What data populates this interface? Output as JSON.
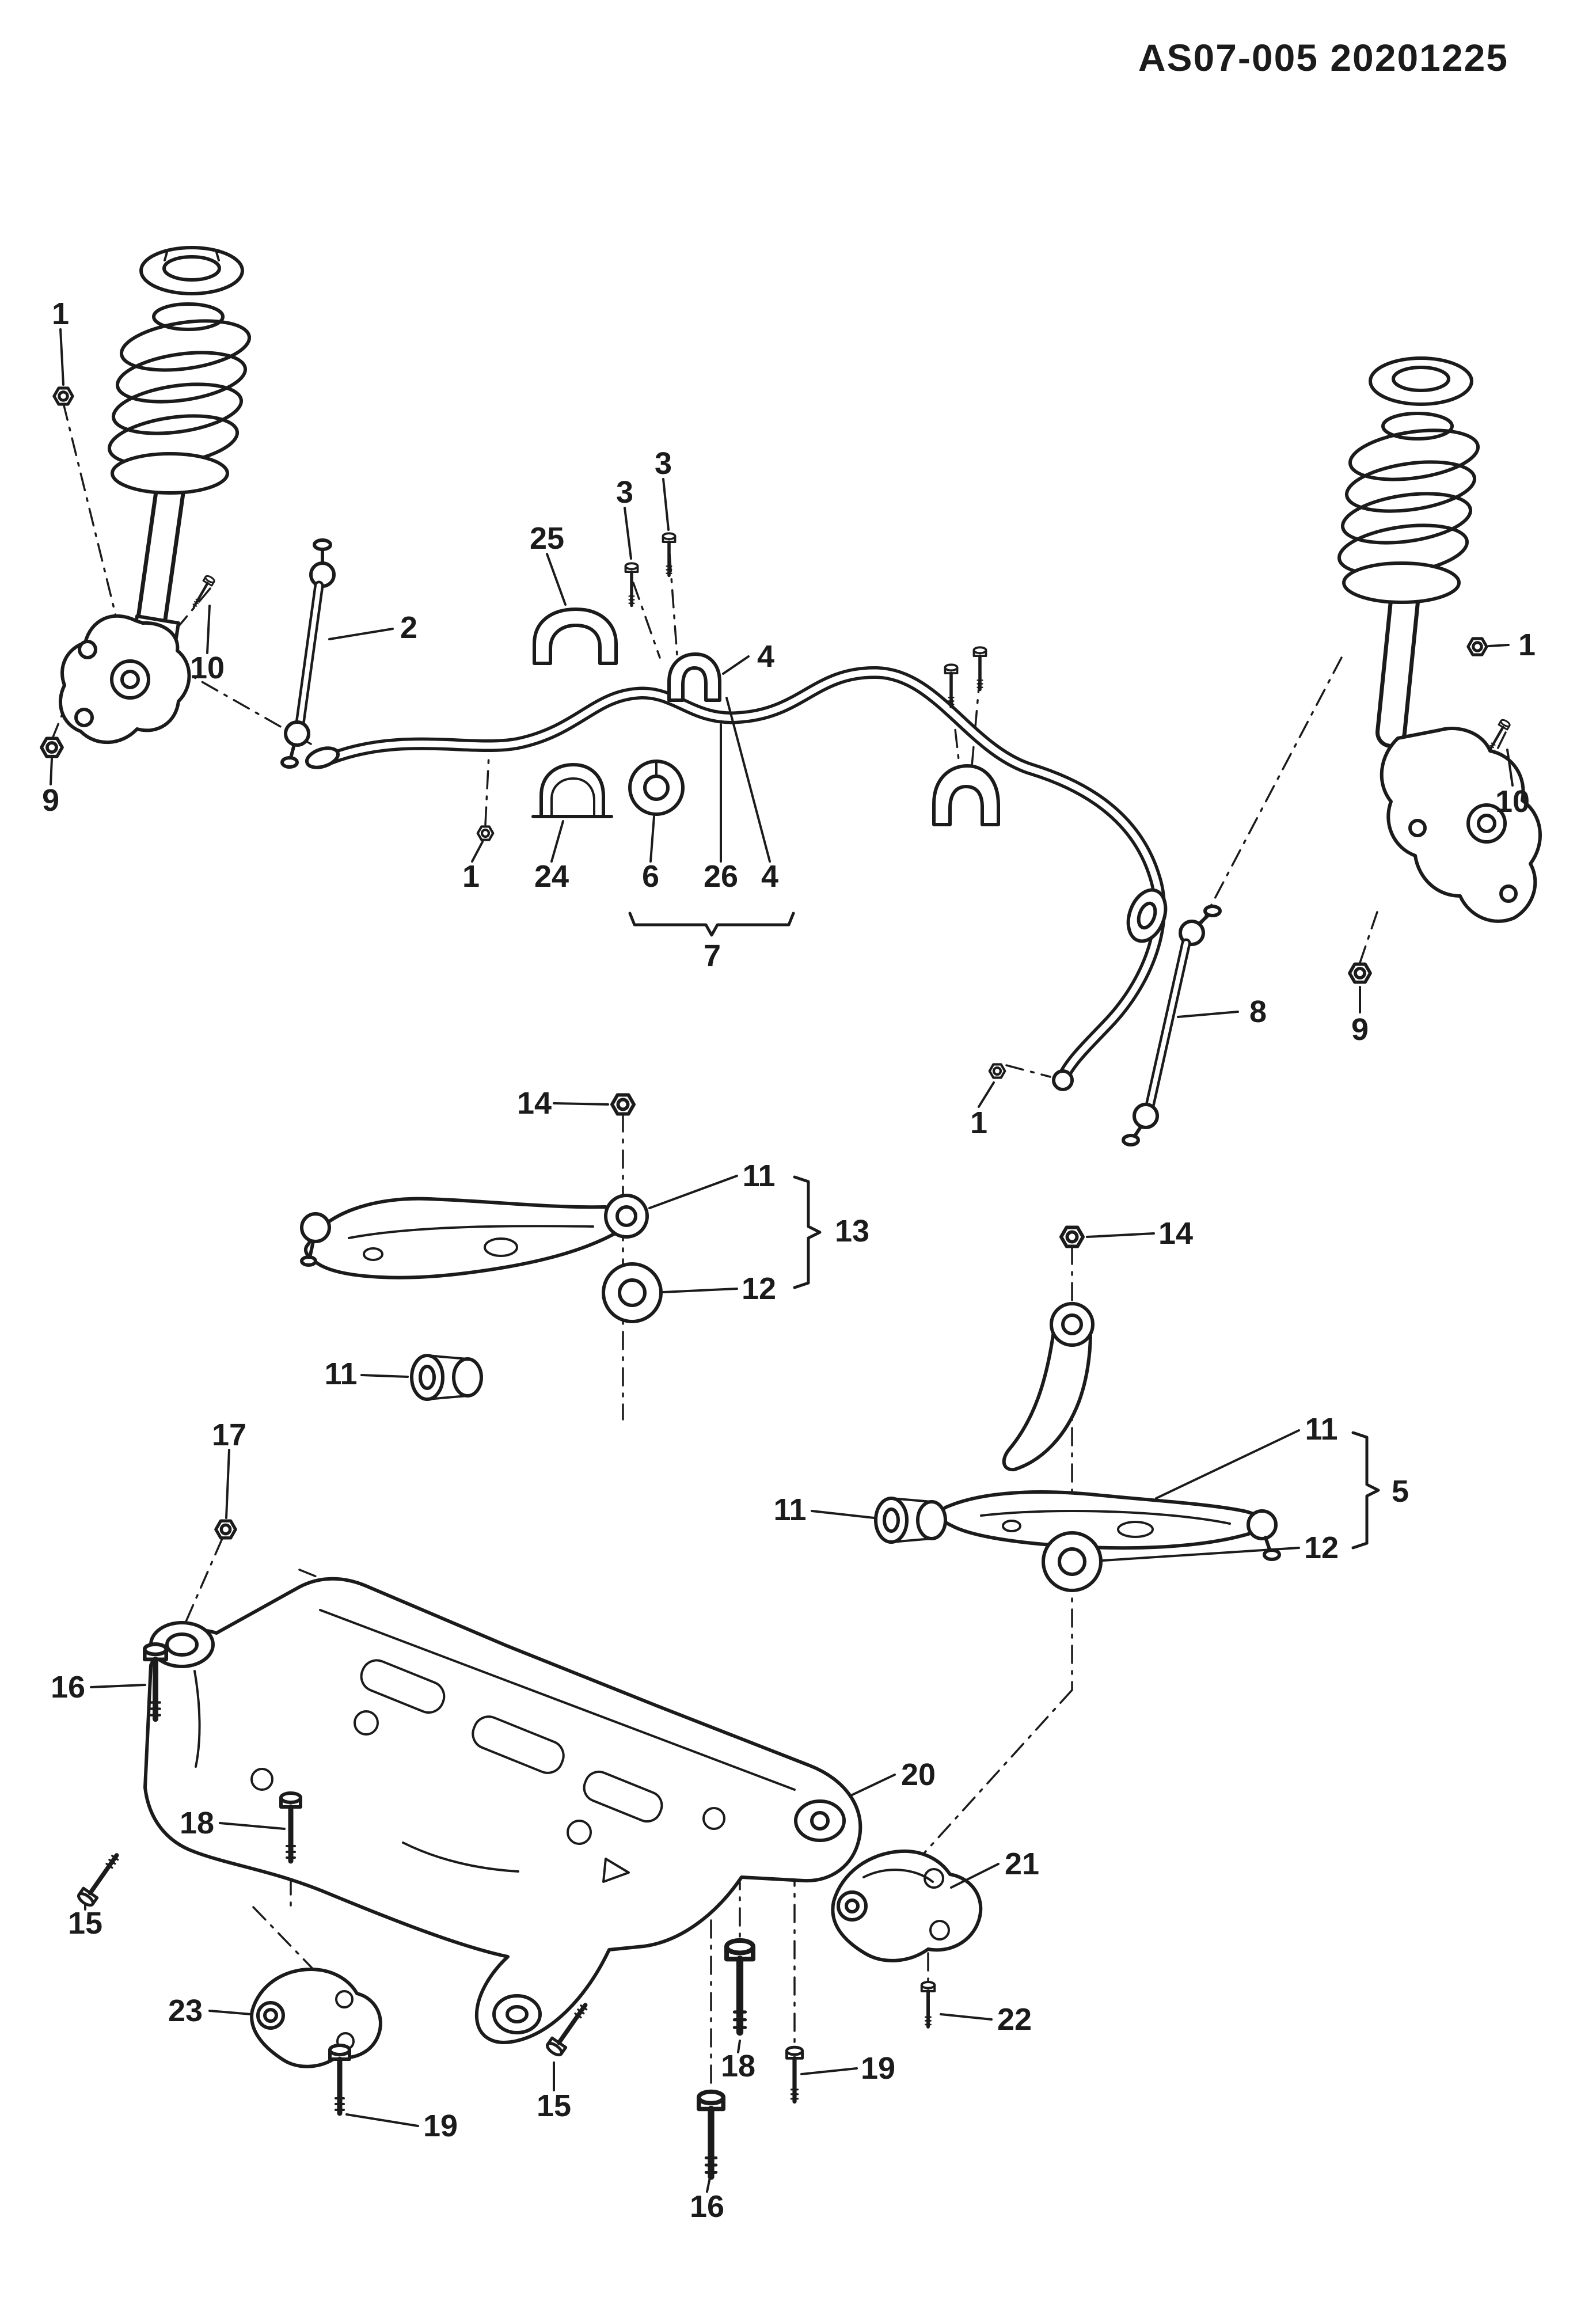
{
  "header": {
    "title": "AS07-005 20201225"
  },
  "palette": {
    "ink": "#1b1b1b",
    "paper": "#ffffff"
  },
  "callouts": {
    "c1_strut_left": "1",
    "c2_link_left": "2",
    "c25_clamp_left": "25",
    "c3_bolt_a": "3",
    "c3_bolt_b": "3",
    "c4_clamp_upper": "4",
    "c10_left": "10",
    "c9_left": "9",
    "c1_bar_left": "1",
    "c24_clamp": "24",
    "c6_bushing": "6",
    "c26_bar": "26",
    "c4_clamp_lower": "4",
    "c7_bar_assembly": "7",
    "c1_strut_right": "1",
    "c10_right": "10",
    "c9_right": "9",
    "c8_link_right": "8",
    "c1_bar_right": "1",
    "c14_left": "14",
    "c11_arm_left": "11",
    "c13_group_left": "13",
    "c12_bushing_left": "12",
    "c11_front_bushing_left": "11",
    "c14_right": "14",
    "c11_arm_right": "11",
    "c5_group_right": "5",
    "c12_bushing_right": "12",
    "c11_front_bushing_right": "11",
    "c17_nut": "17",
    "c16_left": "16",
    "c18_left": "18",
    "c15_left": "15",
    "c20_subframe": "20",
    "c21_bracket_right": "21",
    "c23_bracket_left": "23",
    "c22_bolt": "22",
    "c18_bottom": "18",
    "c19_bottom_right": "19",
    "c15_bottom": "15",
    "c19_bottom_left": "19",
    "c16_bottom": "16"
  }
}
